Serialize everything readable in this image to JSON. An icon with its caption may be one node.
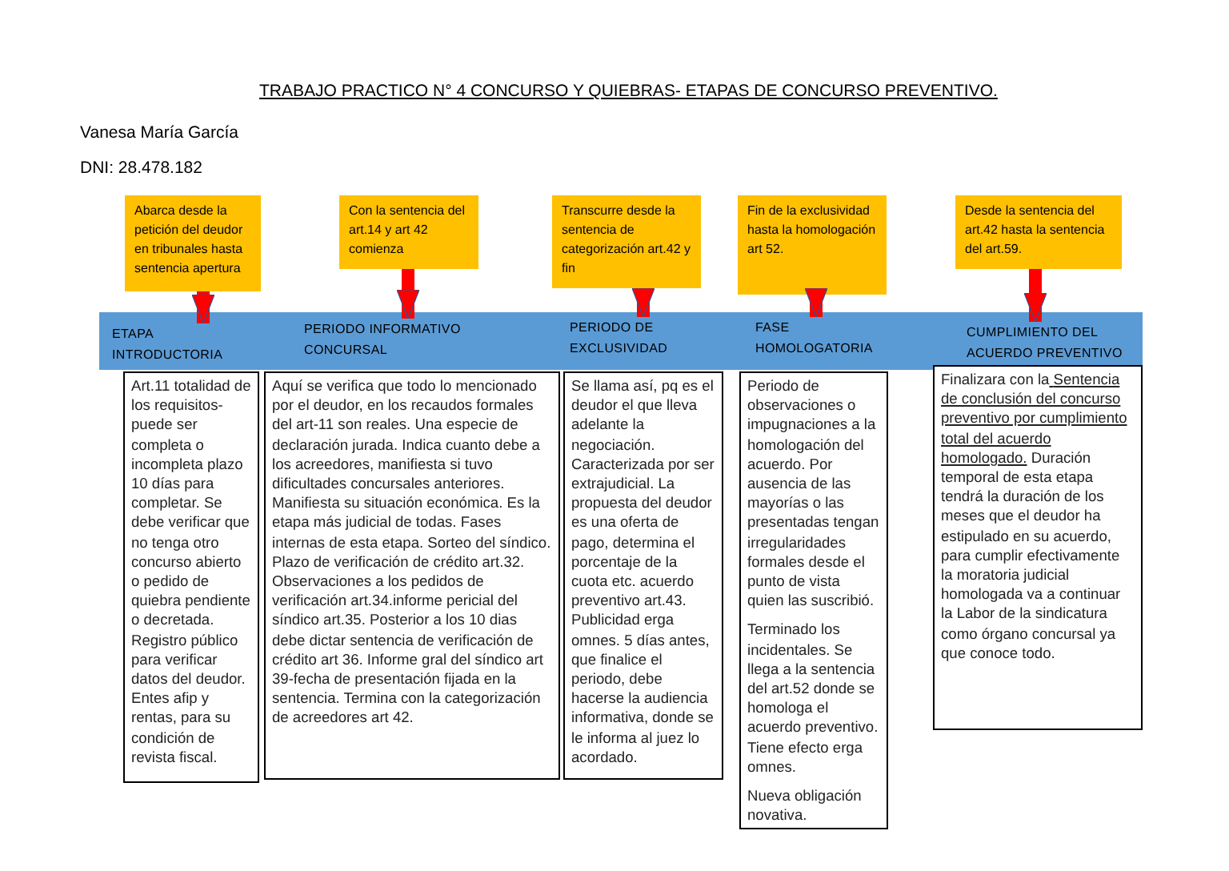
{
  "diagram": {
    "title": "TRABAJO PRACTICO N° 4 CONCURSO Y QUIEBRAS- ETAPAS DE CONCURSO PREVENTIVO.",
    "nodes": [
      {
        "text": [
          "Abarca desde la petición del deudor en tribunales hasta sentencia apertura"
        ]
      },
      {
        "text": [
          "Con la sentencia del art.14 y art 42 comienza"
        ]
      },
      {
        "text": [
          "Transcurre desde la sentencia de categorización art.42 y fin"
        ]
      },
      {
        "text": [
          "Fin de la exclusividad hasta la homologación art 52."
        ]
      },
      {
        "text": [
          "Desde la sentencia del art.42 hasta la sentencia del art.59."
        ]
      },
      {
        "text": [],
        "shape": "bar"
      },
      {
        "text": [
          "ETAPA INTRODUCTORIA"
        ],
        "in": 5
      },
      {
        "text": [
          "PERIODO INFORMATIVO CONCURSAL"
        ],
        "in": 5
      },
      {
        "text": [
          "PERIODO DE EXCLUSIVIDAD"
        ],
        "in": 5
      },
      {
        "text": [
          "FASE HOMOLOGATORIA"
        ],
        "in": 5
      },
      {
        "text": [
          "CUMPLIMIENTO DEL ACUERDO PREVENTIVO"
        ],
        "in": 5
      },
      {
        "text": [
          "Art.11 totalidad de los requisitos- puede ser completa o incompleta plazo 10 días para completar. Se debe verificar que no tenga otro concurso abierto o pedido de quiebra pendiente o decretada. Registro público para verificar datos del deudor. Entes afip y rentas, para su condición de revista fiscal."
        ]
      },
      {
        "text": [
          "Aquí se verifica que todo lo mencionado por el deudor, en los recaudos formales del art-11 son reales. Una especie de declaración jurada. Indica cuanto debe a los acreedores, manifiesta si tuvo dificultades concursales anteriores. Manifiesta su situación económica. Es la etapa más judicial de todas. Fases internas de esta etapa. Sorteo del síndico. Plazo de verificación de crédito art.32. Observaciones a los pedidos de verificación art.34.informe pericial del síndico art.35. Posterior a los 10 dias debe dictar sentencia de verificación de crédito art 36. Informe gral del síndico art 39-fecha de presentación fijada en la sentencia. Termina con la categorización de acreedores art 42."
        ]
      },
      {
        "text": [
          "Se llama así, pq es el deudor el que lleva adelante la negociación. Caracterizada por ser extrajudicial. La propuesta del deudor es una oferta de pago, determina el porcentaje de la cuota etc. acuerdo preventivo art.43. Publicidad erga omnes. 5 días antes, que finalice el periodo, debe hacerse la audiencia informativa, donde se le informa al juez lo acordado."
        ]
      },
      {
        "text": [
          "Periodo de observaciones o impugnaciones a la homologación del acuerdo. Por ausencia de las mayorías o las presentadas tengan irregularidades formales desde el punto de vista quien las suscribió.",
          "Terminado los incidentales. Se llega a la sentencia del art.52 donde se homologa el acuerdo preventivo. Tiene efecto erga omnes.",
          "Nueva obligación novativa."
        ]
      },
      {
        "text": [
          "Finalizara con la",
          "Sentencia de conclusión del concurso preventivo por cumplimiento total del acuerdo homologado.",
          "Duración temporal de esta etapa tendrá la duración de los meses que el deudor ha estipulado en su acuerdo, para cumplir efectivamente la moratoria judicial homologada va a continuar la Labor de la sindicatura como órgano concursal ya que conoce todo."
        ]
      }
    ],
    "edges": [
      {
        "from": 0,
        "to": 6,
        "arrow": "to"
      },
      {
        "from": 1,
        "to": 7,
        "arrow": "to"
      },
      {
        "from": 2,
        "to": 8,
        "arrow": "to"
      },
      {
        "from": 3,
        "to": 9,
        "arrow": "to"
      },
      {
        "from": 4,
        "to": 10,
        "arrow": "to"
      }
    ],
    "labels": [
      "Vanesa María García",
      "DNI: 28.478.182"
    ]
  }
}
